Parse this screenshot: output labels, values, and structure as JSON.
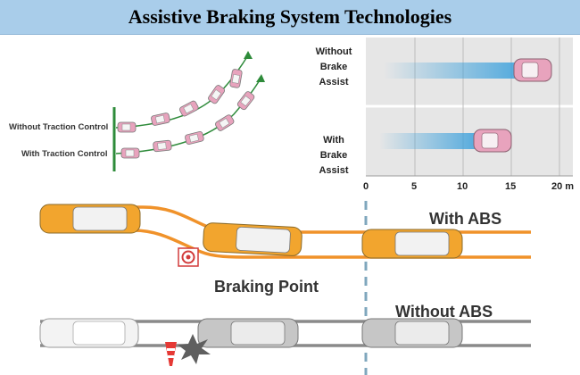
{
  "title": "Assistive Braking System Technologies",
  "traction": {
    "without_label": "Without Traction Control",
    "with_label": "With Traction Control"
  },
  "brake_assist": {
    "without_label": [
      "Without",
      "Brake",
      "Assist"
    ],
    "with_label": [
      "With",
      "Brake",
      "Assist"
    ],
    "axis_ticks": [
      "0",
      "5",
      "10",
      "15",
      "20 m"
    ]
  },
  "abs": {
    "with_label": "With ABS",
    "braking_point_label": "Braking Point",
    "without_label": "Without ABS"
  },
  "colors": {
    "banner": "#a9cdea",
    "orange_lane": "#f0922a",
    "gray_lane": "#8a8a8a",
    "green_line": "#2e8b3a",
    "pink_car": "#e8a3bd",
    "blue_trail": "#3aa0dc"
  }
}
